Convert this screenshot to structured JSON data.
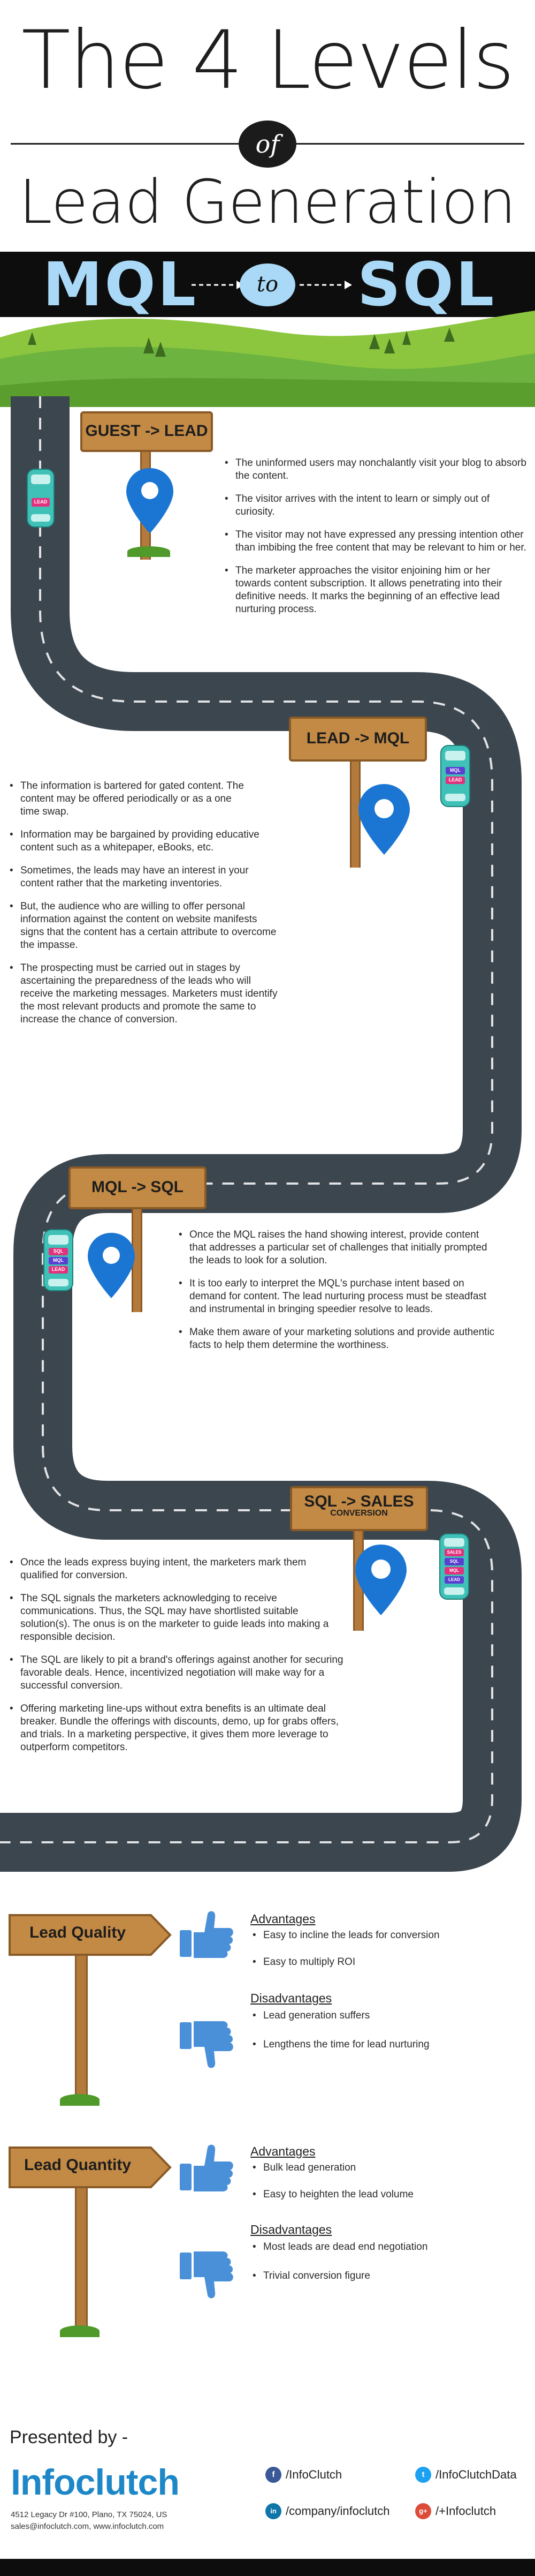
{
  "header": {
    "title_line1": "The 4 Levels",
    "of": "of",
    "title_line2": "Lead Generation",
    "mql": "MQL",
    "to": "to",
    "sql": "SQL"
  },
  "colors": {
    "road": "#3c464f",
    "grass": "#5a9e2e",
    "pin": "#1a76d2",
    "sign_wood": "#c38a45",
    "car": "#3fc1b8",
    "header_band": "#0d0d0d",
    "header_text": "#a9d9f6",
    "brand": "#1d87c8"
  },
  "stages": [
    {
      "sign": "GUEST -> LEAD",
      "car_label": "LEAD",
      "bullets": [
        "The uninformed users may nonchalantly visit your blog to absorb the content.",
        "The visitor arrives with the intent to learn or simply out of curiosity.",
        "The visitor may not have expressed any pressing intention other than imbibing the free content that may be relevant to him or her.",
        "The marketer approaches the visitor enjoining him or her towards content subscription. It allows penetrating into their definitive needs. It marks the beginning of an effective lead nurturing process."
      ]
    },
    {
      "sign": "LEAD -> MQL",
      "car_labels": [
        "MQL",
        "LEAD"
      ],
      "bullets": [
        "The information is bartered for gated content. The content may be offered periodically or as a one time swap.",
        "Information may be bargained by providing educative content such as a whitepaper, eBooks, etc.",
        "Sometimes, the leads may have an interest in your content rather that the marketing inventories.",
        " But, the audience who are willing to offer personal information against the content on website manifests signs that the content has a certain attribute to overcome the impasse.",
        "The prospecting must be carried out in stages by ascertaining the preparedness of the leads who will receive the marketing messages. Marketers must identify the most relevant products and promote the same to increase the chance of conversion."
      ]
    },
    {
      "sign": "MQL -> SQL",
      "car_labels": [
        "SQL",
        "MQL",
        "LEAD"
      ],
      "bullets": [
        "Once the MQL raises the hand showing interest, provide content that addresses a particular set of challenges that initially prompted the leads to look for a solution.",
        "It is too early to interpret the MQL's purchase intent based on demand for content. The lead nurturing process must be steadfast and instrumental in bringing speedier resolve to leads.",
        "Make them aware of your marketing solutions and provide authentic facts to help them determine the worthiness."
      ]
    },
    {
      "sign": "SQL -> SALES",
      "sign_sub": "CONVERSION",
      "car_labels": [
        "SALES",
        "SQL",
        "MQL",
        "LEAD"
      ],
      "bullets": [
        "Once the leads express buying intent, the marketers mark them qualified for conversion.",
        "The SQL signals the marketers acknowledging to receive communications. Thus, the SQL may have shortlisted suitable solution(s). The onus is on the marketer to guide leads into making a responsible decision.",
        "The SQL are likely to pit a brand's offerings against another for securing favorable deals. Hence, incentivized negotiation will make  way for a successful conversion.",
        "Offering marketing line-ups without extra benefits is an ultimate deal breaker. Bundle the offerings with discounts, demo, up for grabs offers, and trials. In a marketing perspective, it gives them more leverage to outperform competitors."
      ]
    }
  ],
  "comparisons": [
    {
      "sign": "Lead Quality",
      "advantages_title": "Advantages",
      "advantages": [
        "Easy to incline the leads for conversion",
        "Easy to multiply ROI"
      ],
      "disadvantages_title": "Disadvantages",
      "disadvantages": [
        "Lead generation suffers",
        "Lengthens the time for lead nurturing"
      ]
    },
    {
      "sign": "Lead Quantity",
      "advantages_title": "Advantages",
      "advantages": [
        "Bulk lead generation",
        "Easy to heighten the lead volume"
      ],
      "disadvantages_title": "Disadvantages",
      "disadvantages": [
        "Most leads are dead end negotiation",
        "Trivial conversion figure"
      ]
    }
  ],
  "footer": {
    "presented_by": "Presented by -",
    "brand": "Infoclutch",
    "address": "4512 Legacy Dr #100, Plano, TX 75024, US",
    "contact": "sales@infoclutch.com, www.infoclutch.com",
    "facebook": "/InfoClutch",
    "facebook_icon": "f",
    "twitter": "/InfoClutchData",
    "twitter_icon": "t",
    "linkedin": "/company/infoclutch",
    "linkedin_icon": "in",
    "googleplus": "/+Infoclutch",
    "googleplus_icon": "g+"
  }
}
